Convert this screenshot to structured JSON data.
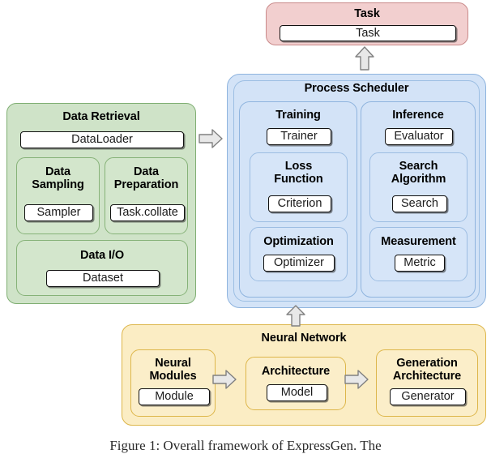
{
  "figure": {
    "caption": "Figure 1: Overall framework of ExpressGen. The"
  },
  "colors": {
    "task_fill": "#f2cfcf",
    "task_border": "#c98a8a",
    "data_fill": "#cfe3c8",
    "data_border": "#7fae72",
    "scheduler_fill": "#d3e3f7",
    "scheduler_border": "#8fb4de",
    "network_fill": "#fbedc4",
    "network_border": "#ddb64a",
    "chip_fill": "#ffffff",
    "chip_border": "#111111",
    "arrow_fill": "#e8e8e8",
    "arrow_border": "#808080"
  },
  "task": {
    "title": "Task",
    "chip": "Task"
  },
  "data_retrieval": {
    "title": "Data Retrieval",
    "chip": "DataLoader",
    "sub": [
      {
        "title": "Data\nSampling",
        "title_lines": [
          "Data",
          "Sampling"
        ],
        "chip": "Sampler"
      },
      {
        "title": "Data\nPreparation",
        "title_lines": [
          "Data",
          "Preparation"
        ],
        "chip": "Task.collate"
      },
      {
        "title": "Data I/O",
        "title_lines": [
          "Data I/O"
        ],
        "chip": "Dataset"
      }
    ]
  },
  "process_scheduler": {
    "title": "Process Scheduler",
    "columns": [
      {
        "title": "Training",
        "chip": "Trainer",
        "sub": [
          {
            "title_lines": [
              "Loss",
              "Function"
            ],
            "chip": "Criterion"
          },
          {
            "title_lines": [
              "Optimization"
            ],
            "chip": "Optimizer"
          }
        ]
      },
      {
        "title": "Inference",
        "chip": "Evaluator",
        "sub": [
          {
            "title_lines": [
              "Search",
              "Algorithm"
            ],
            "chip": "Search"
          },
          {
            "title_lines": [
              "Measurement"
            ],
            "chip": "Metric"
          }
        ]
      }
    ]
  },
  "neural_network": {
    "title": "Neural Network",
    "sub": [
      {
        "title_lines": [
          "Neural",
          "Modules"
        ],
        "chip": "Module"
      },
      {
        "title_lines": [
          "Architecture"
        ],
        "chip": "Model"
      },
      {
        "title_lines": [
          "Generation",
          "Architecture"
        ],
        "chip": "Generator"
      }
    ]
  },
  "arrows": [
    {
      "name": "arrow-retrieval-to-scheduler",
      "direction": "right"
    },
    {
      "name": "arrow-scheduler-to-task",
      "direction": "up"
    },
    {
      "name": "arrow-nn-to-scheduler",
      "direction": "up"
    },
    {
      "name": "arrow-modules-to-architecture",
      "direction": "right"
    },
    {
      "name": "arrow-architecture-to-generation",
      "direction": "right"
    }
  ]
}
